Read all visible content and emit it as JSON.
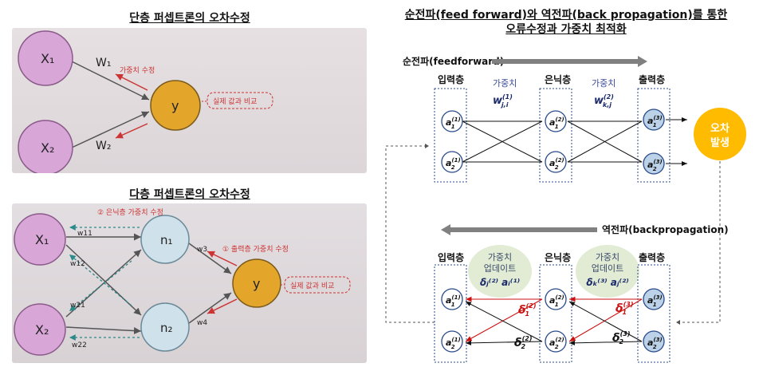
{
  "titles": {
    "single": "단층 퍼셉트론의 오차수정",
    "multi": "다층 퍼셉트론의 오차수정",
    "right_line1": "순전파(feed forward)와 역전파(back propagation)를 통한",
    "right_line2": "오류수정과 가중치 최적화"
  },
  "single_photo": {
    "x1": "X₁",
    "x2": "X₂",
    "w1": "W₁",
    "w2": "W₂",
    "y": "y",
    "weight_fix": "가중치 수정",
    "compare": "실제 값과 비교"
  },
  "multi_photo": {
    "x1": "X₁",
    "x2": "X₂",
    "n1": "n₁",
    "n2": "n₂",
    "y": "y",
    "w11": "w11",
    "w12": "w12",
    "w21": "w21",
    "w22": "w22",
    "w3": "w3",
    "w4": "w4",
    "hidden_fix": "② 은닉층 가중치 수정",
    "output_fix": "① 출력층 가중치 수정",
    "compare": "실제 값과 비교"
  },
  "forward": {
    "label": "순전파(feedforward)",
    "input_layer": "입력층",
    "hidden_layer": "은닉층",
    "output_layer": "출력층",
    "weight": "가중치",
    "w1_base": "w",
    "w1_sup": "(1)",
    "w1_sub": "j,i",
    "w2_base": "w",
    "w2_sup": "(2)",
    "w2_sub": "k,j",
    "error_line1": "오차",
    "error_line2": "발생"
  },
  "backward": {
    "label": "역전파(backpropagation)",
    "input_layer": "입력층",
    "hidden_layer": "은닉층",
    "output_layer": "출력층",
    "update_line1": "가중치",
    "update_line2": "업데이트",
    "update1_formula": "δⱼ⁽²⁾ aᵢ⁽¹⁾",
    "update2_formula": "δₖ⁽³⁾ aⱼ⁽²⁾",
    "delta_base": "δ"
  },
  "nodes": {
    "a": "a",
    "s1": "(1)",
    "s2": "(2)",
    "s3": "(3)",
    "i1": "1",
    "i2": "2"
  },
  "colors": {
    "purple_node": "#d8a7d8",
    "blue_node": "#cfe1ea",
    "yellow_node": "#e3a52a",
    "error_circle": "#ffbb00",
    "red": "#cc1111",
    "output_fill": "#bcd2e8",
    "update_bubble": "#e2ecd4"
  }
}
